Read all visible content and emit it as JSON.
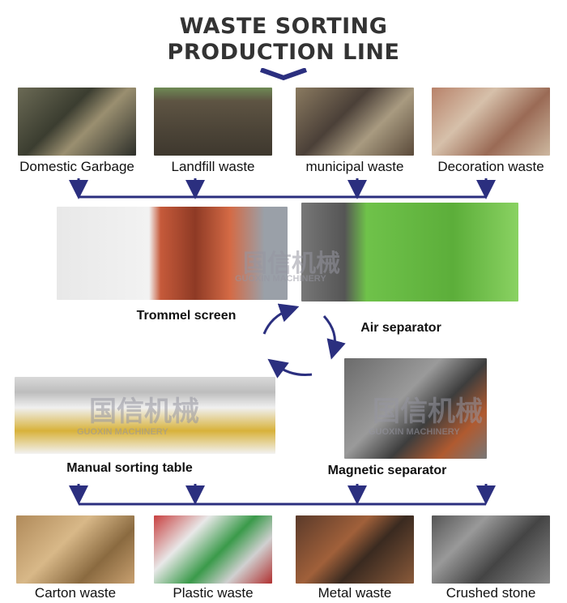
{
  "title": {
    "line1": "WASTE SORTING",
    "line2": "PRODUCTION LINE"
  },
  "inputs": [
    {
      "label": "Domestic Garbage"
    },
    {
      "label": "Landfill waste"
    },
    {
      "label": "municipal waste"
    },
    {
      "label": "Decoration waste"
    }
  ],
  "machines": {
    "trommel": "Trommel screen",
    "air": "Air separator",
    "manual": "Manual sorting table",
    "magnetic": "Magnetic separator"
  },
  "watermark": {
    "cn": "国信机械",
    "en": "GUOXIN MACHINERY"
  },
  "outputs": [
    {
      "label": "Carton waste"
    },
    {
      "label": "Plastic waste"
    },
    {
      "label": "Metal waste"
    },
    {
      "label": "Crushed stone"
    }
  ],
  "colors": {
    "accent": "#2b2f7f",
    "text": "#333333"
  }
}
